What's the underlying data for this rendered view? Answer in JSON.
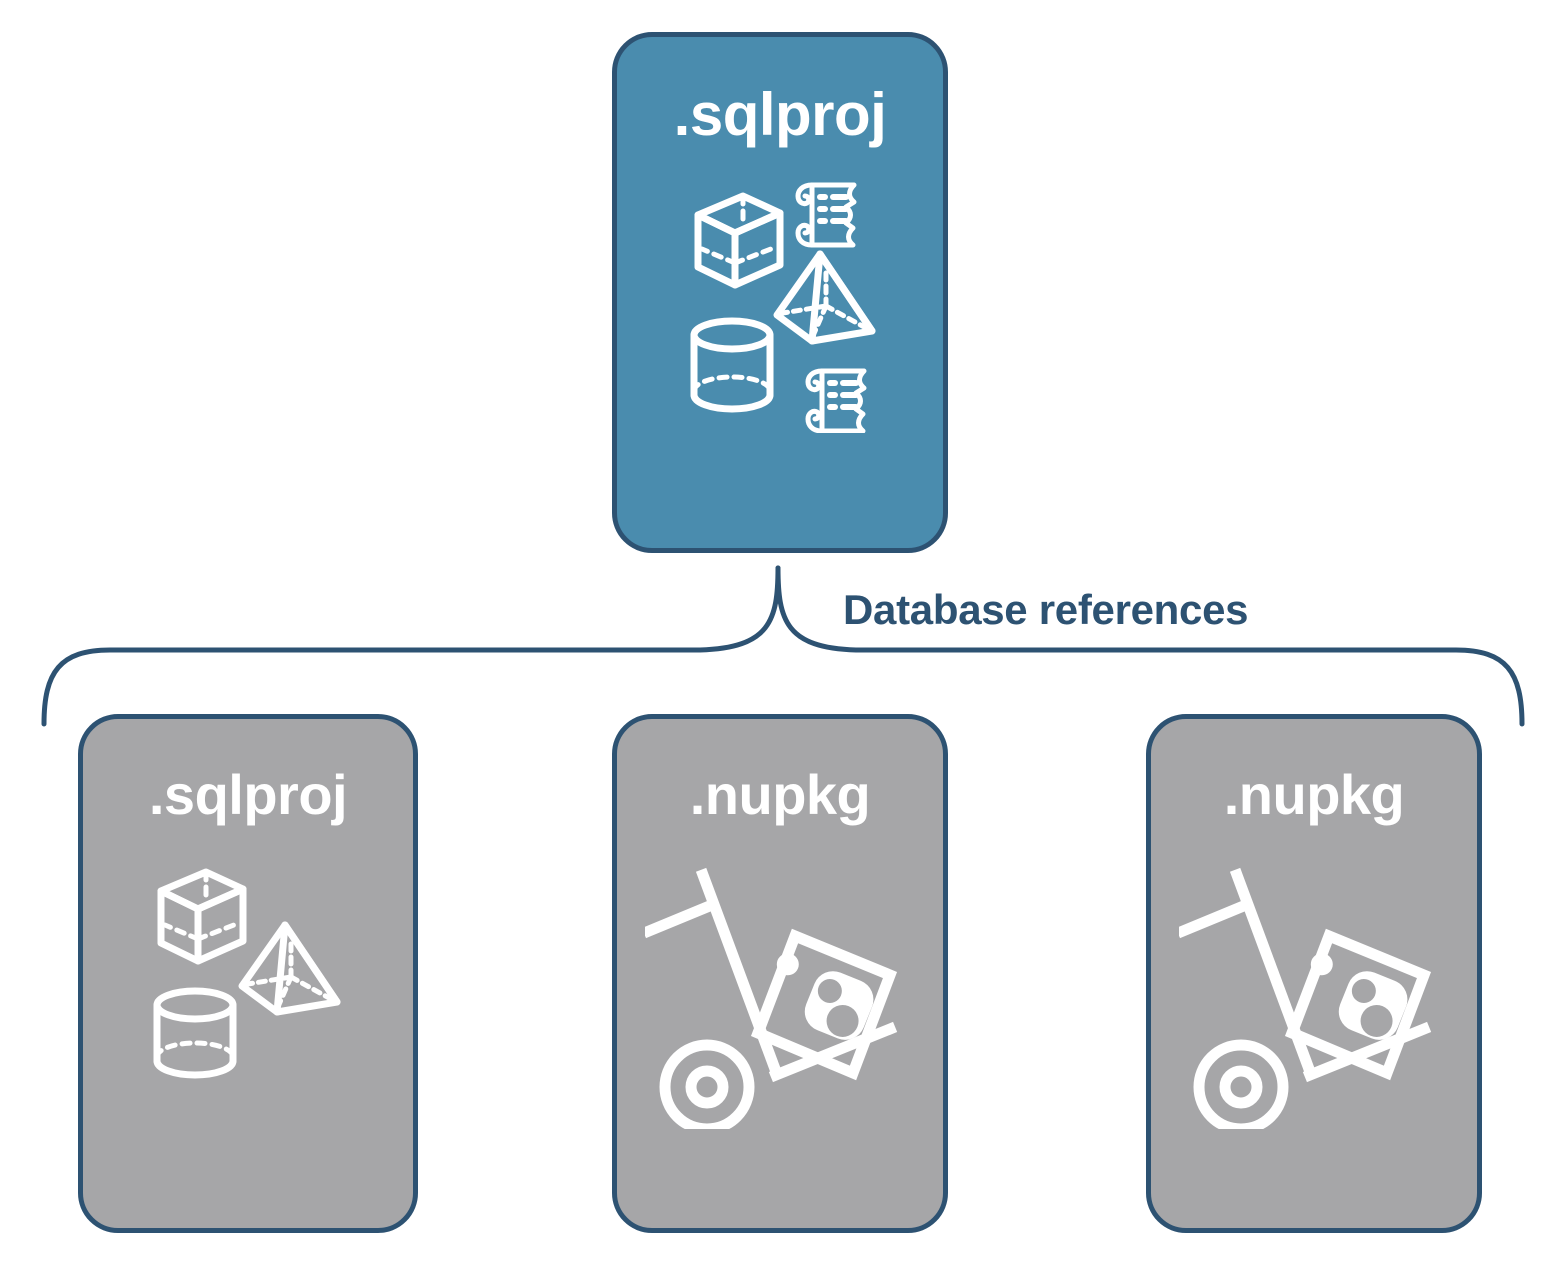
{
  "diagram": {
    "title": "Database references",
    "colors": {
      "primary_fill": "#4a8cae",
      "secondary_fill": "#a6a6a8",
      "outline": "#2d5272",
      "icon": "#ffffff",
      "background": "#ffffff"
    },
    "connector": {
      "type": "curly-brace",
      "label": "Database references",
      "parent": "sqlproj-root",
      "children": [
        "sqlproj-reference",
        "nupkg-reference-1",
        "nupkg-reference-2"
      ]
    },
    "root_node": {
      "id": "sqlproj-root",
      "label": ".sqlproj",
      "style": "primary",
      "icons": [
        "cube-icon",
        "scroll-icon",
        "pyramid-icon",
        "cylinder-icon",
        "scroll-icon"
      ]
    },
    "reference_nodes": [
      {
        "id": "sqlproj-reference",
        "label": ".sqlproj",
        "style": "secondary",
        "icons": [
          "cube-icon",
          "pyramid-icon",
          "cylinder-icon"
        ]
      },
      {
        "id": "nupkg-reference-1",
        "label": ".nupkg",
        "style": "secondary",
        "icons": [
          "hand-truck-package-icon"
        ]
      },
      {
        "id": "nupkg-reference-2",
        "label": ".nupkg",
        "style": "secondary",
        "icons": [
          "hand-truck-package-icon"
        ]
      }
    ]
  }
}
